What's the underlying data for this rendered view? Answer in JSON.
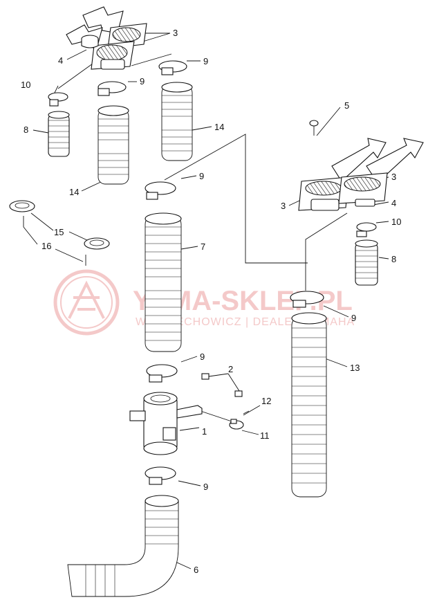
{
  "watermark": {
    "title": "YAMA-SKLEP.PL",
    "subtitle": "W. ŻELECHOWICZ | DEALER YAMAHA",
    "logo_icon": "yamaha-tuning-fork-logo-icon",
    "color": "#f4c9c9"
  },
  "callouts": [
    {
      "id": "c1",
      "text": "1"
    },
    {
      "id": "c2",
      "text": "2"
    },
    {
      "id": "c3a",
      "text": "3"
    },
    {
      "id": "c3b",
      "text": "3"
    },
    {
      "id": "c3c",
      "text": "3"
    },
    {
      "id": "c4a",
      "text": "4"
    },
    {
      "id": "c4b",
      "text": "4"
    },
    {
      "id": "c5",
      "text": "5"
    },
    {
      "id": "c6",
      "text": "6"
    },
    {
      "id": "c7",
      "text": "7"
    },
    {
      "id": "c8a",
      "text": "8"
    },
    {
      "id": "c8b",
      "text": "8"
    },
    {
      "id": "c9a",
      "text": "9"
    },
    {
      "id": "c9b",
      "text": "9"
    },
    {
      "id": "c9c",
      "text": "9"
    },
    {
      "id": "c9d",
      "text": "9"
    },
    {
      "id": "c9e",
      "text": "9"
    },
    {
      "id": "c9f",
      "text": "9"
    },
    {
      "id": "c10a",
      "text": "10"
    },
    {
      "id": "c10b",
      "text": "10"
    },
    {
      "id": "c11",
      "text": "11"
    },
    {
      "id": "c12",
      "text": "12"
    },
    {
      "id": "c13",
      "text": "13"
    },
    {
      "id": "c14a",
      "text": "14"
    },
    {
      "id": "c14b",
      "text": "14"
    },
    {
      "id": "c15",
      "text": "15"
    },
    {
      "id": "c16",
      "text": "16"
    }
  ]
}
